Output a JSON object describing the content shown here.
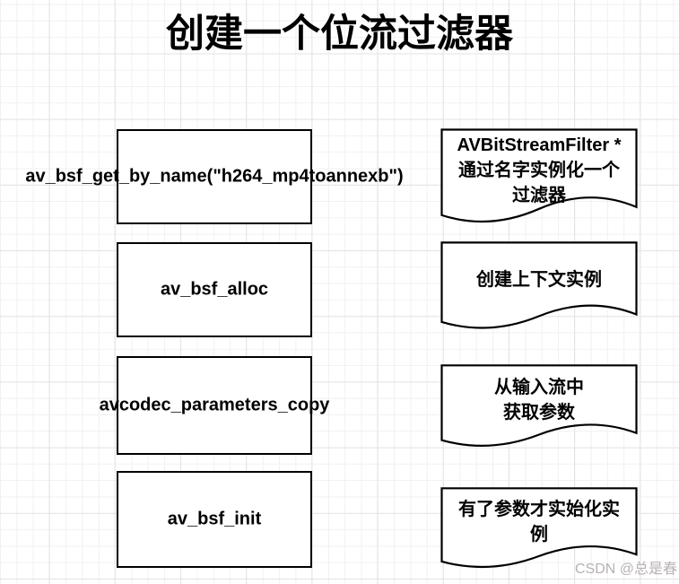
{
  "title": "创建一个位流过滤器",
  "watermark": "CSDN @总是春",
  "colors": {
    "shape_stroke": "#000000",
    "shape_fill": "#ffffff",
    "grid_minor": "#f1f1f1",
    "grid_major": "#e4e4e4",
    "watermark_text": "#b8b2b2",
    "text": "#000000"
  },
  "flow": {
    "rows": [
      {
        "step": "av_bsf_get_by_name(\"h264_mp4toannexb\")",
        "note": "AVBitStreamFilter *\n通过名字实例化一个\n过滤器"
      },
      {
        "step": "av_bsf_alloc",
        "note": "创建上下文实例"
      },
      {
        "step": "avcodec_parameters_copy",
        "note": "从输入流中\n获取参数"
      },
      {
        "step": "av_bsf_init",
        "note": "有了参数才实始化实\n例"
      }
    ]
  }
}
